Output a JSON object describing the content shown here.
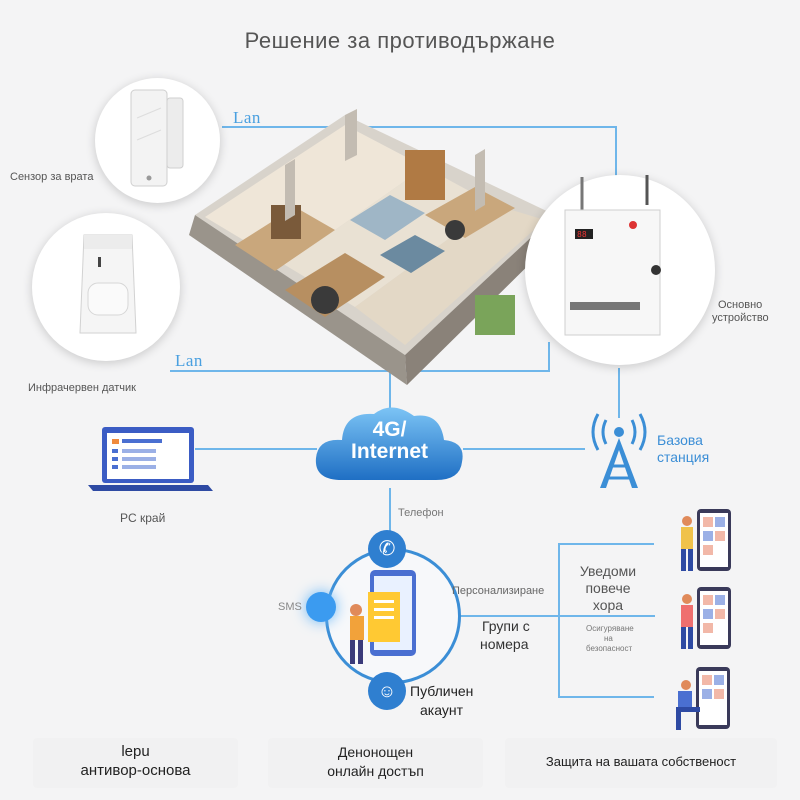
{
  "title": "Решение за противодържане",
  "devices": {
    "door_sensor": "Сензор за врата",
    "infrared_sensor": "Инфрачервен датчик",
    "main_device": [
      "Основно",
      "устройство"
    ],
    "lan_top": "Lan",
    "lan_bottom": "Lan"
  },
  "main_device_display": "88",
  "network": {
    "cloud_line1": "4G/",
    "cloud_line2": "Internet",
    "base_station": [
      "Базова",
      "станция"
    ],
    "pc_label": "PC край"
  },
  "hub": {
    "phone": "Телефон",
    "sms": "SMS",
    "personalize": "Персонализиране",
    "public_account": [
      "Публичен",
      "акаунт"
    ]
  },
  "notify": {
    "title": [
      "Уведоми",
      "повече",
      "хора"
    ],
    "groups": [
      "Групи с",
      "номера"
    ],
    "security": [
      "Осигуряване",
      "на",
      "безопасност"
    ]
  },
  "bottom": {
    "left": [
      "lepu",
      "антивор-основа"
    ],
    "middle": [
      "Денонощен",
      "онлайн достъп"
    ],
    "right": "Защита на вашата собственост"
  },
  "colors": {
    "accent": "#3b8ed6",
    "line": "#6fb6ea",
    "cloud": "#2f7fd0",
    "pc": "#4a6fd1"
  }
}
